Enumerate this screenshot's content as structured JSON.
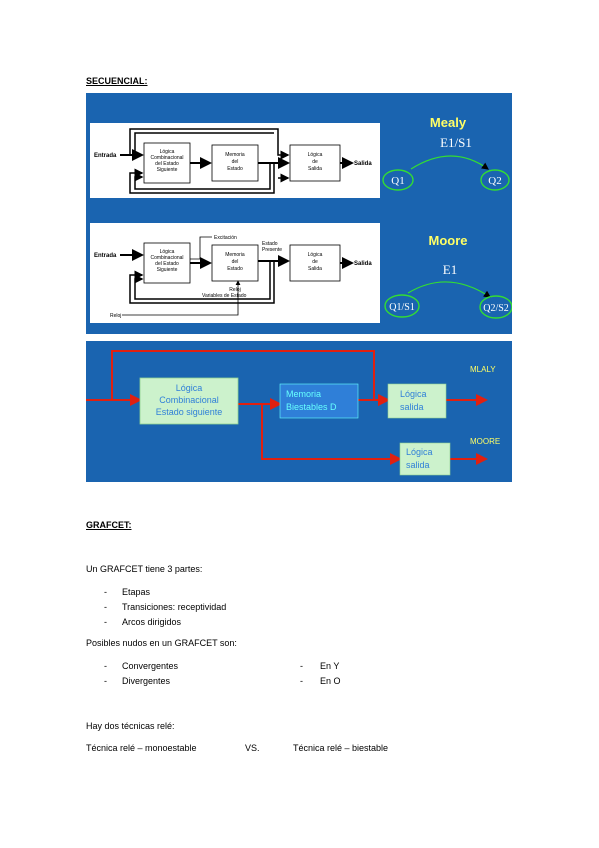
{
  "secuencial": {
    "heading": "SECUENCIAL:",
    "mealy_diagram": {
      "input_label": "Entrada",
      "output_label": "Salida",
      "block1": [
        "Lógica",
        "Combinacional",
        "del Estado",
        "Siguiente"
      ],
      "block2": [
        "Memoria",
        "del",
        "Estado"
      ],
      "block3": [
        "Lógica",
        "de",
        "Salida"
      ]
    },
    "moore_diagram": {
      "input_label": "Entrada",
      "output_label": "Salida",
      "excitation_label": "Excitación",
      "present_state_label": [
        "Estado",
        "Presente"
      ],
      "clock_label_inner": "Reloj",
      "state_vars_label": "Variables de Estado",
      "clock_label_outer": "Reloj",
      "block1": [
        "Lógica",
        "Combinacional",
        "del Estado",
        "Siguiente"
      ],
      "block2": [
        "Memoria",
        "del",
        "Estado"
      ],
      "block3": [
        "Lógica",
        "de",
        "Salida"
      ]
    },
    "mealy": {
      "title": "Mealy",
      "transition": "E1/S1",
      "state_a": "Q1",
      "state_b": "Q2"
    },
    "moore": {
      "title": "Moore",
      "transition": "E1",
      "state_a": "Q1/S1",
      "state_b": "Q2/S2"
    },
    "state_machine": {
      "block_logic": [
        "Lógica",
        "Combinacional",
        "Estado siguiente"
      ],
      "block_memory": [
        "Memoria",
        "Biestables D"
      ],
      "block_out1": [
        "Lógica",
        "salida"
      ],
      "block_out2": [
        "Lógica",
        "salida"
      ],
      "label_mealy": "MLALY",
      "label_moore": "MOORE"
    }
  },
  "grafcet": {
    "heading": "GRAFCET:",
    "intro": "Un GRAFCET tiene 3 partes:",
    "parts": [
      "Etapas",
      "Transiciones: receptividad",
      "Arcos dirigidos"
    ],
    "nodes_intro": "Posibles nudos en un GRAFCET son:",
    "nodes": [
      {
        "left": "Convergentes",
        "right": "En Y"
      },
      {
        "left": "Divergentes",
        "right": "En O"
      }
    ],
    "relay_intro": "Hay dos técnicas relé:",
    "relay_a": "Técnica relé – monoestable",
    "relay_vs": "VS.",
    "relay_b": "Técnica relé – biestable"
  },
  "colors": {
    "panel_blue": "#1a64b0",
    "title_yellow": "#ffff66",
    "state_green": "#33dd33",
    "arrow_red": "#e02010",
    "block_green": "#ccf2cc",
    "block_blue": "#2f7fd8",
    "cyan_text": "#66ffff"
  }
}
